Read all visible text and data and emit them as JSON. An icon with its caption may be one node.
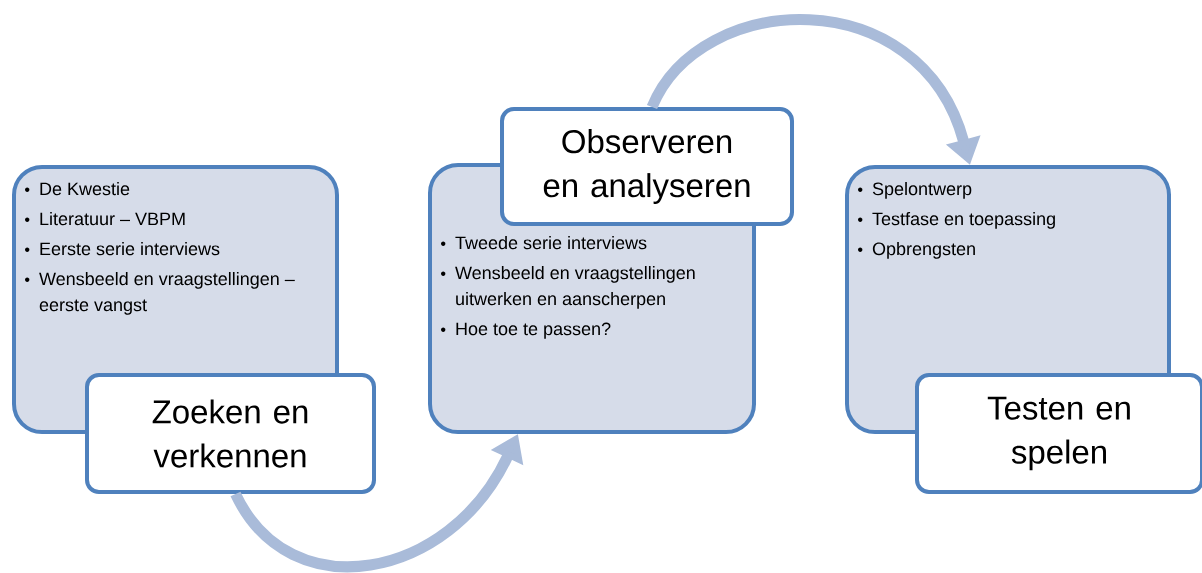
{
  "diagram": {
    "nodes": [
      {
        "text": [
          "De Kwestie",
          "Literatuur – VBPM",
          "Eerste serie interviews",
          "Wensbeeld en vraagstellingen – eerste vangst"
        ]
      },
      {
        "text": [
          "Zoeken en verkennen"
        ]
      },
      {
        "text": [
          "Observeren en analyseren"
        ]
      },
      {
        "text": [
          "Tweede serie interviews",
          "Wensbeeld en vraagstellingen uitwerken en aanscherpen",
          "Hoe toe te passen?"
        ]
      },
      {
        "text": [
          "Spelontwerp",
          "Testfase en toepassing",
          "Opbrengsten"
        ]
      },
      {
        "text": [
          "Testen en spelen"
        ]
      }
    ],
    "edges": [
      {
        "from": 1,
        "to": 3,
        "arrow": "to"
      },
      {
        "from": 2,
        "to": 4,
        "arrow": "to"
      }
    ]
  }
}
